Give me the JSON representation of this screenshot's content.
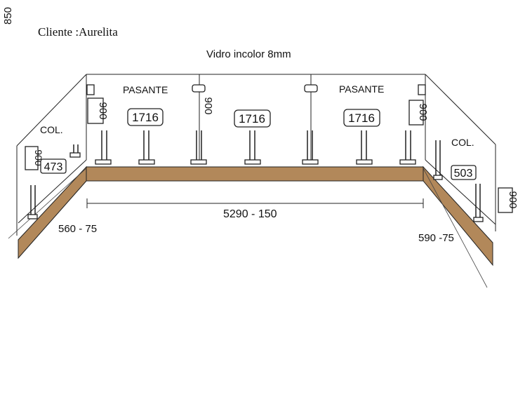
{
  "header": {
    "corner_dim": "850",
    "client": "Cliente :Aurelita",
    "glass": "Vidro incolor 8mm"
  },
  "labels": {
    "pasante_left": "PASANTE",
    "pasante_right": "PASANTE",
    "col_left": "COL.",
    "col_right": "COL."
  },
  "dimensions": {
    "height_main": "900",
    "panel_left": "1716",
    "panel_middle": "1716",
    "panel_right": "1716",
    "side_left_width": "473",
    "side_right_width": "503",
    "side_left_height": "900",
    "side_right_height": "900",
    "outer_right_height": "900",
    "inner_left_height": "900",
    "total_width": "5290 - 150",
    "left_depth": "560 - 75",
    "right_depth": "590 -75"
  },
  "colors": {
    "wood": "#b2885a",
    "ink": "#222222"
  }
}
